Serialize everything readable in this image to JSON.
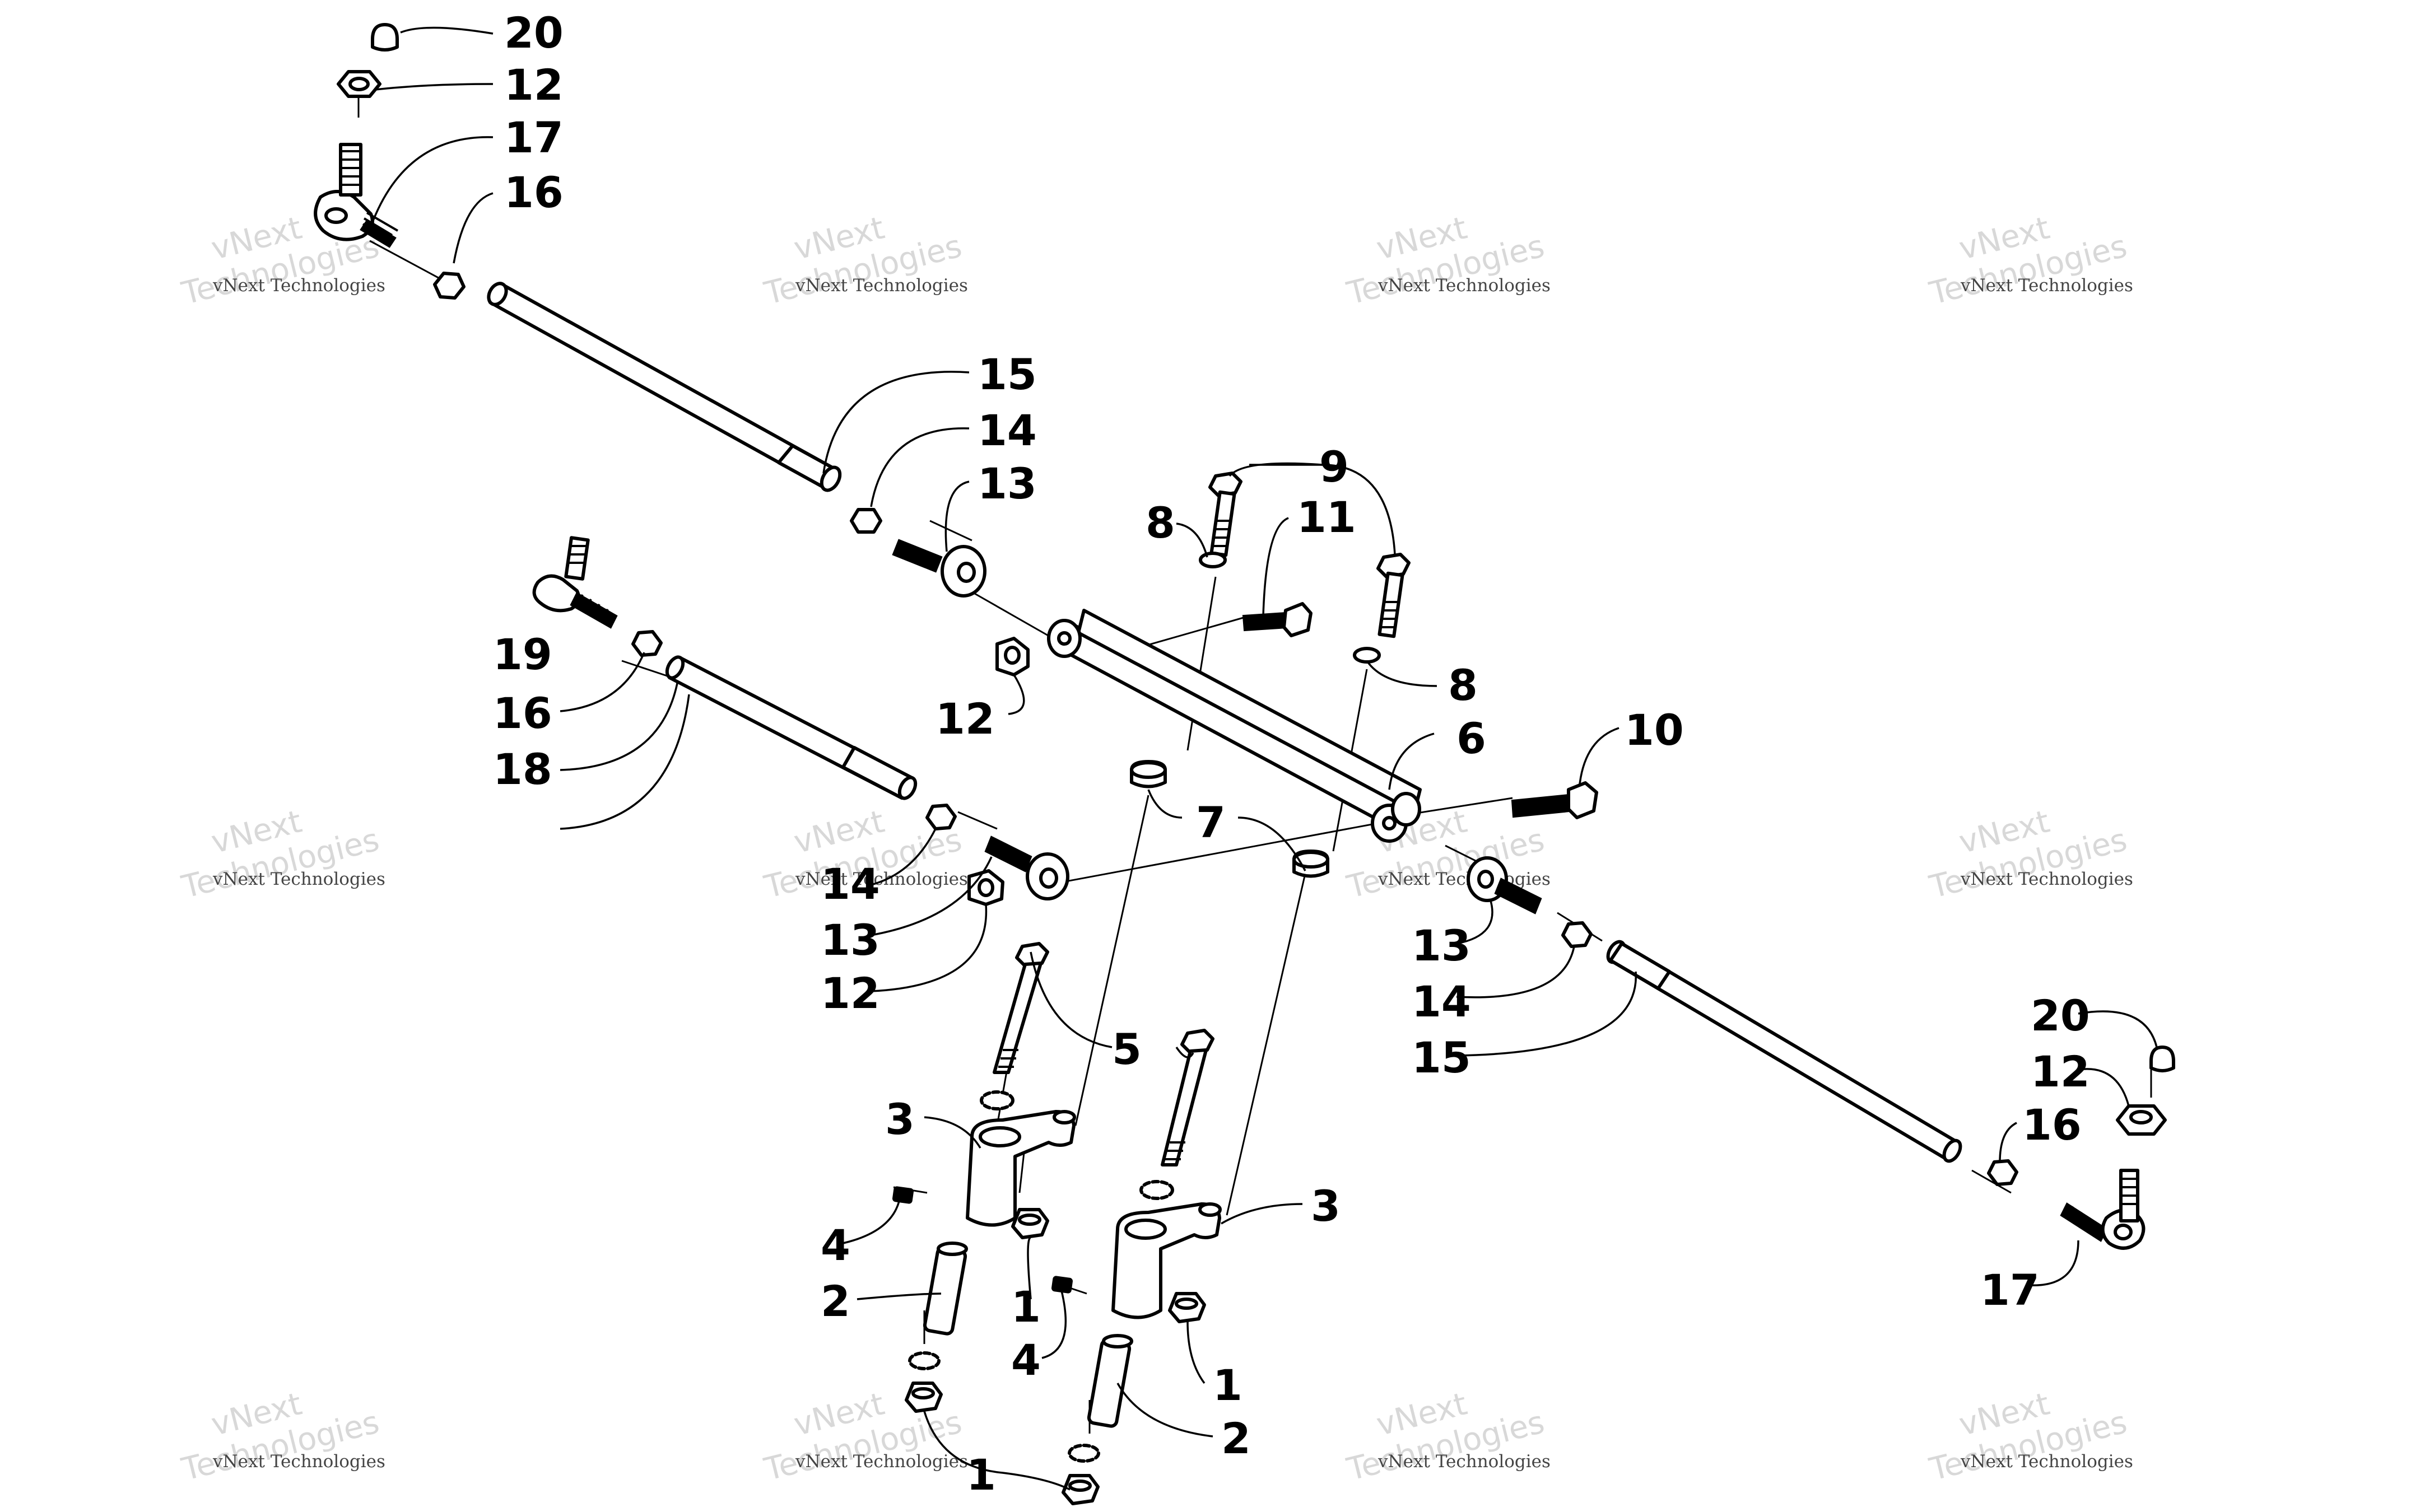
{
  "watermark": {
    "line1": "vNext",
    "line2": "Technologies",
    "full": "vNext Technologies"
  },
  "callouts": [
    {
      "id": "c20a",
      "label": "20"
    },
    {
      "id": "c12a",
      "label": "12"
    },
    {
      "id": "c17a",
      "label": "17"
    },
    {
      "id": "c16a",
      "label": "16"
    },
    {
      "id": "c15a",
      "label": "15"
    },
    {
      "id": "c14a",
      "label": "14"
    },
    {
      "id": "c13a",
      "label": "13"
    },
    {
      "id": "c9",
      "label": "9"
    },
    {
      "id": "c8a",
      "label": "8"
    },
    {
      "id": "c11",
      "label": "11"
    },
    {
      "id": "c19",
      "label": "19"
    },
    {
      "id": "c16b",
      "label": "16"
    },
    {
      "id": "c18",
      "label": "18"
    },
    {
      "id": "c12b",
      "label": "12"
    },
    {
      "id": "c8b",
      "label": "8"
    },
    {
      "id": "c6",
      "label": "6"
    },
    {
      "id": "c10",
      "label": "10"
    },
    {
      "id": "c7",
      "label": "7"
    },
    {
      "id": "c14b",
      "label": "14"
    },
    {
      "id": "c13b",
      "label": "13"
    },
    {
      "id": "c12c",
      "label": "12"
    },
    {
      "id": "c13c",
      "label": "13"
    },
    {
      "id": "c14c",
      "label": "14"
    },
    {
      "id": "c15b",
      "label": "15"
    },
    {
      "id": "c5",
      "label": "5"
    },
    {
      "id": "c3a",
      "label": "3"
    },
    {
      "id": "c3b",
      "label": "3"
    },
    {
      "id": "c20b",
      "label": "20"
    },
    {
      "id": "c12d",
      "label": "12"
    },
    {
      "id": "c16c",
      "label": "16"
    },
    {
      "id": "c17b",
      "label": "17"
    },
    {
      "id": "c4a",
      "label": "4"
    },
    {
      "id": "c1a",
      "label": "1"
    },
    {
      "id": "c2a",
      "label": "2"
    },
    {
      "id": "c4b",
      "label": "4"
    },
    {
      "id": "c1b",
      "label": "1"
    },
    {
      "id": "c2b",
      "label": "2"
    },
    {
      "id": "c1c",
      "label": "1"
    }
  ]
}
